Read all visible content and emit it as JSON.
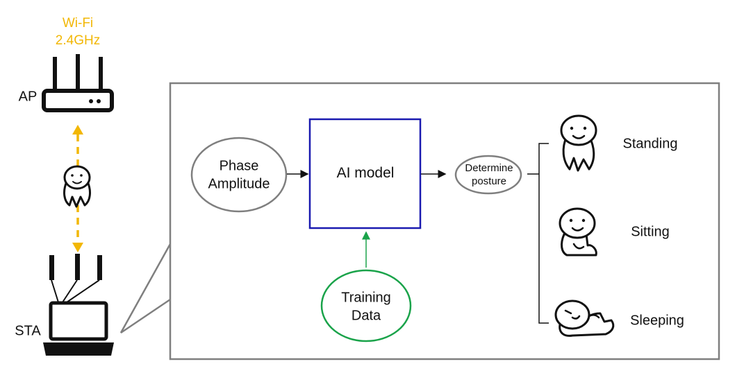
{
  "wifi": {
    "line1": "Wi-Fi",
    "line2": "2.4GHz"
  },
  "devices": {
    "ap_label": "AP",
    "sta_label": "STA"
  },
  "inputs": {
    "line1": "Phase",
    "line2": "Amplitude"
  },
  "model": {
    "label": "AI model"
  },
  "training": {
    "line1": "Training",
    "line2": "Data"
  },
  "determine": {
    "line1": "Determine",
    "line2": "posture"
  },
  "postures": [
    {
      "label": "Standing"
    },
    {
      "label": "Sitting"
    },
    {
      "label": "Sleeping"
    }
  ],
  "colors": {
    "wifi": "#F2B705",
    "model_border": "#1A1AB0",
    "training_border": "#1AA34A",
    "outline": "#7F7F7F"
  }
}
